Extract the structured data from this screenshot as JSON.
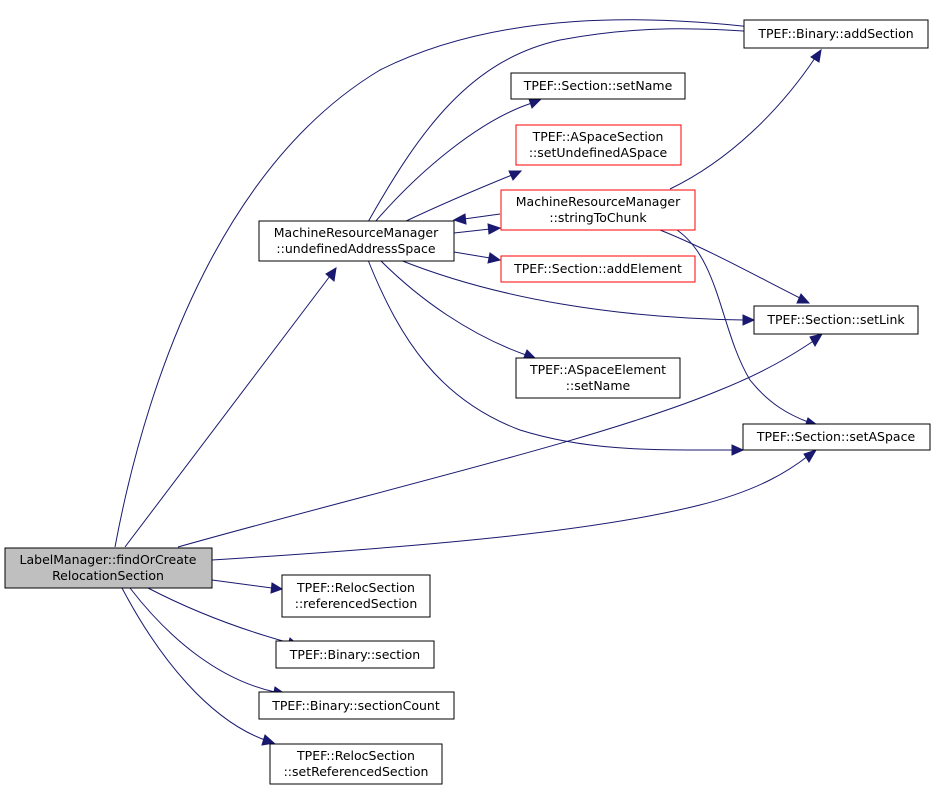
{
  "nodes": {
    "root": {
      "lines": [
        "LabelManager::findOrCreate",
        "RelocationSection"
      ]
    },
    "undefined_address_space": {
      "lines": [
        "MachineResourceManager",
        "::undefinedAddressSpace"
      ]
    },
    "add_section": {
      "lines": [
        "TPEF::Binary::addSection"
      ]
    },
    "section_set_name": {
      "lines": [
        "TPEF::Section::setName"
      ]
    },
    "set_undefined_aspace": {
      "lines": [
        "TPEF::ASpaceSection",
        "::setUndefinedASpace"
      ]
    },
    "string_to_chunk": {
      "lines": [
        "MachineResourceManager",
        "::stringToChunk"
      ]
    },
    "add_element": {
      "lines": [
        "TPEF::Section::addElement"
      ]
    },
    "set_link": {
      "lines": [
        "TPEF::Section::setLink"
      ]
    },
    "aspace_element_set_name": {
      "lines": [
        "TPEF::ASpaceElement",
        "::setName"
      ]
    },
    "set_aspace": {
      "lines": [
        "TPEF::Section::setASpace"
      ]
    },
    "referenced_section": {
      "lines": [
        "TPEF::RelocSection",
        "::referencedSection"
      ]
    },
    "binary_section": {
      "lines": [
        "TPEF::Binary::section"
      ]
    },
    "section_count": {
      "lines": [
        "TPEF::Binary::sectionCount"
      ]
    },
    "set_referenced_section": {
      "lines": [
        "TPEF::RelocSection",
        "::setReferencedSection"
      ]
    }
  },
  "colors": {
    "edge": "#191970",
    "highlight_border": "#ff0000",
    "root_fill": "#bfbfbf"
  }
}
